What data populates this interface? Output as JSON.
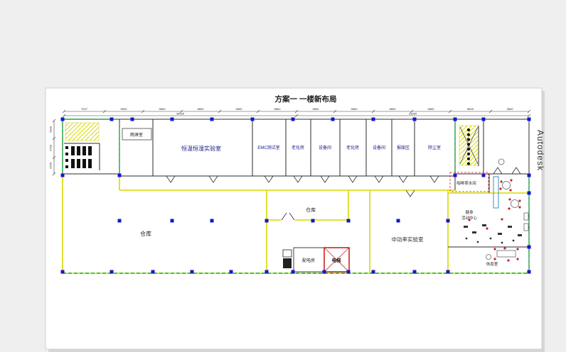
{
  "title": "方案一  一楼新布局",
  "watermark": "Autodesk",
  "rooms": {
    "rain": "雨淋室",
    "const_temp_humidity_lab": "恒温恒湿实验室",
    "emc_test": "EMC测试室",
    "aging_1": "老化房",
    "equipment_1": "设备间",
    "aging_2": "老化房",
    "equipment_2": "设备间",
    "scrap": "报废区",
    "dust": "除尘室",
    "warehouse_large": "仓库",
    "warehouse_small": "仓库",
    "mid_power_lab": "中功率实验室",
    "power_distribution": "配电房",
    "elevator": "电梯",
    "coffee_tea": "咖啡茶水间",
    "fitness_line1": "健身",
    "fitness_line2": "活动中心",
    "lounge": "休息室"
  },
  "dimensions": {
    "top": [
      "7027",
      "5900",
      "5800",
      "5800",
      "5800",
      "5800",
      "5800",
      "5800",
      "5800",
      "5800",
      "5800",
      "3600"
    ],
    "top_totals": [
      "39000",
      "31600"
    ],
    "left": [
      "2000",
      "2700",
      "2200"
    ]
  },
  "colors": {
    "wall_yellow": "#d8d800",
    "highlight_green": "#00bb33",
    "column_blue": "#1717c8",
    "alert_red": "#cc2222",
    "watermark_teal": "#1fa8a4"
  }
}
